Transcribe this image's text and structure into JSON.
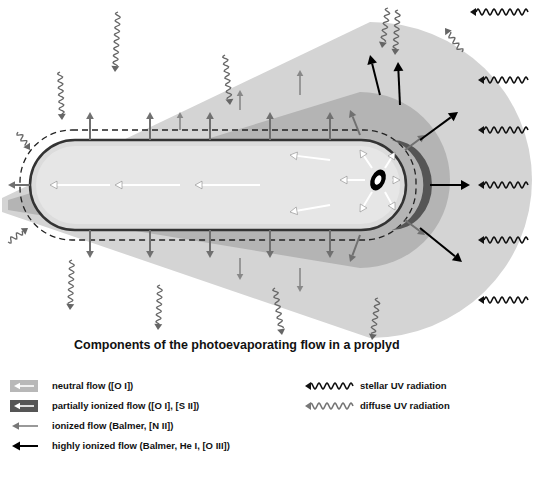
{
  "diagram": {
    "title": "Components of the photoevaporating flow in a proplyd",
    "legend": [
      {
        "text": "neutral flow ([O I])"
      },
      {
        "text": "stellar UV radiation"
      },
      {
        "text": "partially ionized flow ([O I], [S II])"
      },
      {
        "text": "diffuse UV radiation"
      },
      {
        "text": "ionized flow (Balmer, [N II])"
      },
      {
        "text": "highly ionized flow (Balmer, He I, [O III])"
      }
    ]
  }
}
